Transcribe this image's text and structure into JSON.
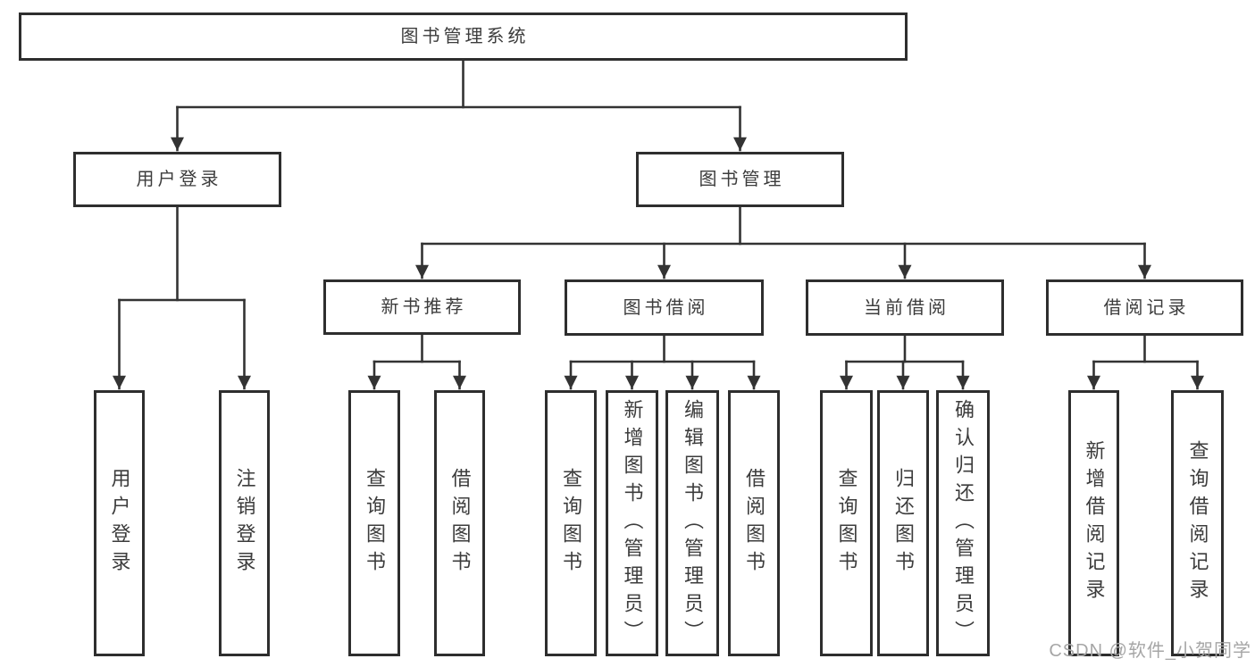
{
  "colors": {
    "line": "#333333",
    "node_border": "#2e2e2e",
    "node_text": "#3c3c3c",
    "watermark_text": "#a6a6a6",
    "background": "#ffffff"
  },
  "watermark": {
    "text": "CSDN @软件_小贺同学"
  },
  "nodes": {
    "root": {
      "label": "图书管理系统"
    },
    "user_login": {
      "label": "用户登录"
    },
    "book_management": {
      "label": "图书管理"
    },
    "new_book_recommend": {
      "label": "新书推荐"
    },
    "book_borrow": {
      "label": "图书借阅"
    },
    "current_borrow": {
      "label": "当前借阅"
    },
    "borrow_record": {
      "label": "借阅记录"
    },
    "leaf_user_login": {
      "label": "用户登录"
    },
    "leaf_logout": {
      "label": "注销登录"
    },
    "leaf_recommend_query_book": {
      "label": "查询图书"
    },
    "leaf_recommend_borrow_book": {
      "label": "借阅图书"
    },
    "leaf_borrow_query_book": {
      "label": "查询图书"
    },
    "leaf_borrow_add_book": {
      "label": "新增图书（管理员）"
    },
    "leaf_borrow_edit_book": {
      "label": "编辑图书（管理员）"
    },
    "leaf_borrow_borrow_book": {
      "label": "借阅图书"
    },
    "leaf_current_query_book": {
      "label": "查询图书"
    },
    "leaf_current_return_book": {
      "label": "归还图书"
    },
    "leaf_current_confirm_return": {
      "label": "确认归还（管理员）"
    },
    "leaf_record_add_record": {
      "label": "新增借阅记录"
    },
    "leaf_record_query_record": {
      "label": "查询借阅记录"
    }
  },
  "hierarchy": {
    "图书管理系统": {
      "用户登录": [
        "用户登录",
        "注销登录"
      ],
      "图书管理": {
        "新书推荐": [
          "查询图书",
          "借阅图书"
        ],
        "图书借阅": [
          "查询图书",
          "新增图书（管理员）",
          "编辑图书（管理员）",
          "借阅图书"
        ],
        "当前借阅": [
          "查询图书",
          "归还图书",
          "确认归还（管理员）"
        ],
        "借阅记录": [
          "新增借阅记录",
          "查询借阅记录"
        ]
      }
    }
  }
}
